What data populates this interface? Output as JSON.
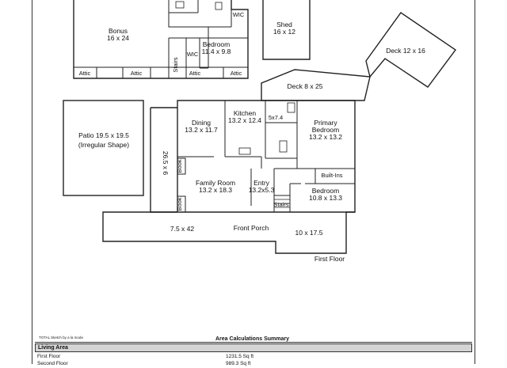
{
  "plan": {
    "floors": [
      {
        "name": "floor-label-upper",
        "label": ""
      },
      {
        "name": "floor-label-first",
        "label": "First Floor"
      }
    ],
    "rooms": [
      {
        "id": "bonus",
        "name": "Bonus",
        "size": "16 x 24"
      },
      {
        "id": "bedroom-upper",
        "name": "Bedroom",
        "size": "11.4 x 9.8"
      },
      {
        "id": "shed",
        "name": "Shed",
        "size": "16 x 12"
      },
      {
        "id": "deck-12",
        "name": "Deck",
        "size": "12 x 16"
      },
      {
        "id": "deck-8",
        "name": "Deck",
        "size": "8 x 25"
      },
      {
        "id": "patio",
        "name": "Patio",
        "size": "19.5 x 19.5",
        "note": "(Irregular Shape)"
      },
      {
        "id": "dining",
        "name": "Dining",
        "size": "13.2 x 11.7"
      },
      {
        "id": "kitchen",
        "name": "Kitchen",
        "size": "13.2 x 12.4"
      },
      {
        "id": "primary-bedroom",
        "name": "Primary Bedroom",
        "size": "13.2 x 13.2"
      },
      {
        "id": "family-room",
        "name": "Family Room",
        "size": "13.2 x 18.3"
      },
      {
        "id": "entry",
        "name": "Entry",
        "size": "13.2x5.3"
      },
      {
        "id": "bedroom-first",
        "name": "Bedroom",
        "size": "10.8 x 13.3"
      },
      {
        "id": "front-porch",
        "name": "Front Porch",
        "size": ""
      }
    ],
    "labels": {
      "wic": "WIC",
      "stairs": "Stairs",
      "attic": "Attic",
      "book": "Book",
      "built_ins": "Built-Ins",
      "closet_dims": "5x7.4",
      "porch_left": "7.5 x 42",
      "porch_right": "10 x 17.5",
      "wing_dims": "26.5 x 6"
    }
  },
  "footer": {
    "credit": "TOTAL Sketch by a la mode",
    "summary_title": "Area Calculations Summary",
    "section_label": "Living Area",
    "rows": [
      {
        "name": "First Floor",
        "value": "1231.5 Sq ft"
      },
      {
        "name": "Second Floor",
        "value": "989.3 Sq ft"
      }
    ]
  }
}
